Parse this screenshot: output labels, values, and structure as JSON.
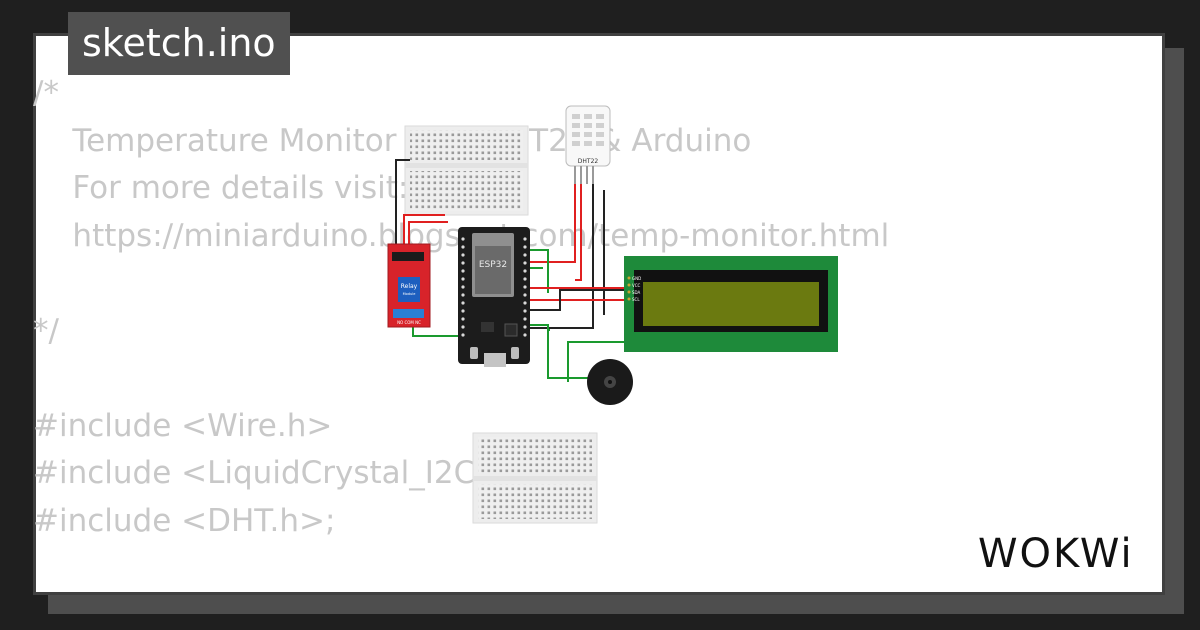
{
  "file_tab": {
    "name": "sketch.ino"
  },
  "code_lines": [
    "/*",
    "    Temperature Monitor with DHT22 & Arduino",
    "    For more details visit:",
    "    https://miniarduino.blogspot.com/temp-monitor.html",
    "",
    "*/",
    "",
    "#include <Wire.h>",
    "#include <LiquidCrystal_I2C.h>",
    "#include <DHT.h>;"
  ],
  "components": {
    "relay_label": "Relay",
    "relay_sublabel": "Module",
    "relay_pins": "NO COM NC",
    "mcu_label": "ESP32",
    "sensor_label": "DHT22",
    "lcd_pins": [
      "GND",
      "VCC",
      "SDA",
      "SCL"
    ]
  },
  "brand": {
    "name": "WOKWi"
  },
  "colors": {
    "background": "#1f1f1f",
    "card": "#ffffff",
    "code_text": "#c8c8c8",
    "lcd_board": "#1e8a3a",
    "lcd_screen": "#6b7a10",
    "relay_red": "#d8232a",
    "wire_green": "#1a9a2e",
    "wire_red": "#e02020"
  }
}
